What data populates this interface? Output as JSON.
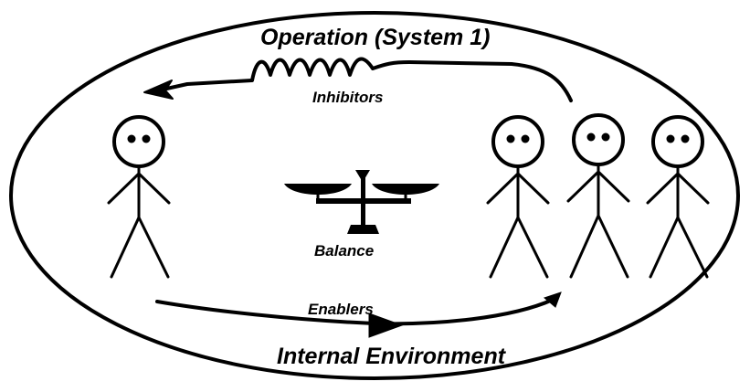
{
  "labels": {
    "top": "Operation (System 1)",
    "inhibitors": "Inhibitors",
    "balance": "Balance",
    "enablers": "Enablers",
    "bottom": "Internal Environment"
  },
  "icons": {
    "scale": "balance-scale-icon",
    "person": "stick-figure-icon"
  },
  "figures": {
    "left_group_count": 1,
    "right_group_count": 3
  },
  "colors": {
    "ink": "#000000",
    "background": "#ffffff"
  }
}
